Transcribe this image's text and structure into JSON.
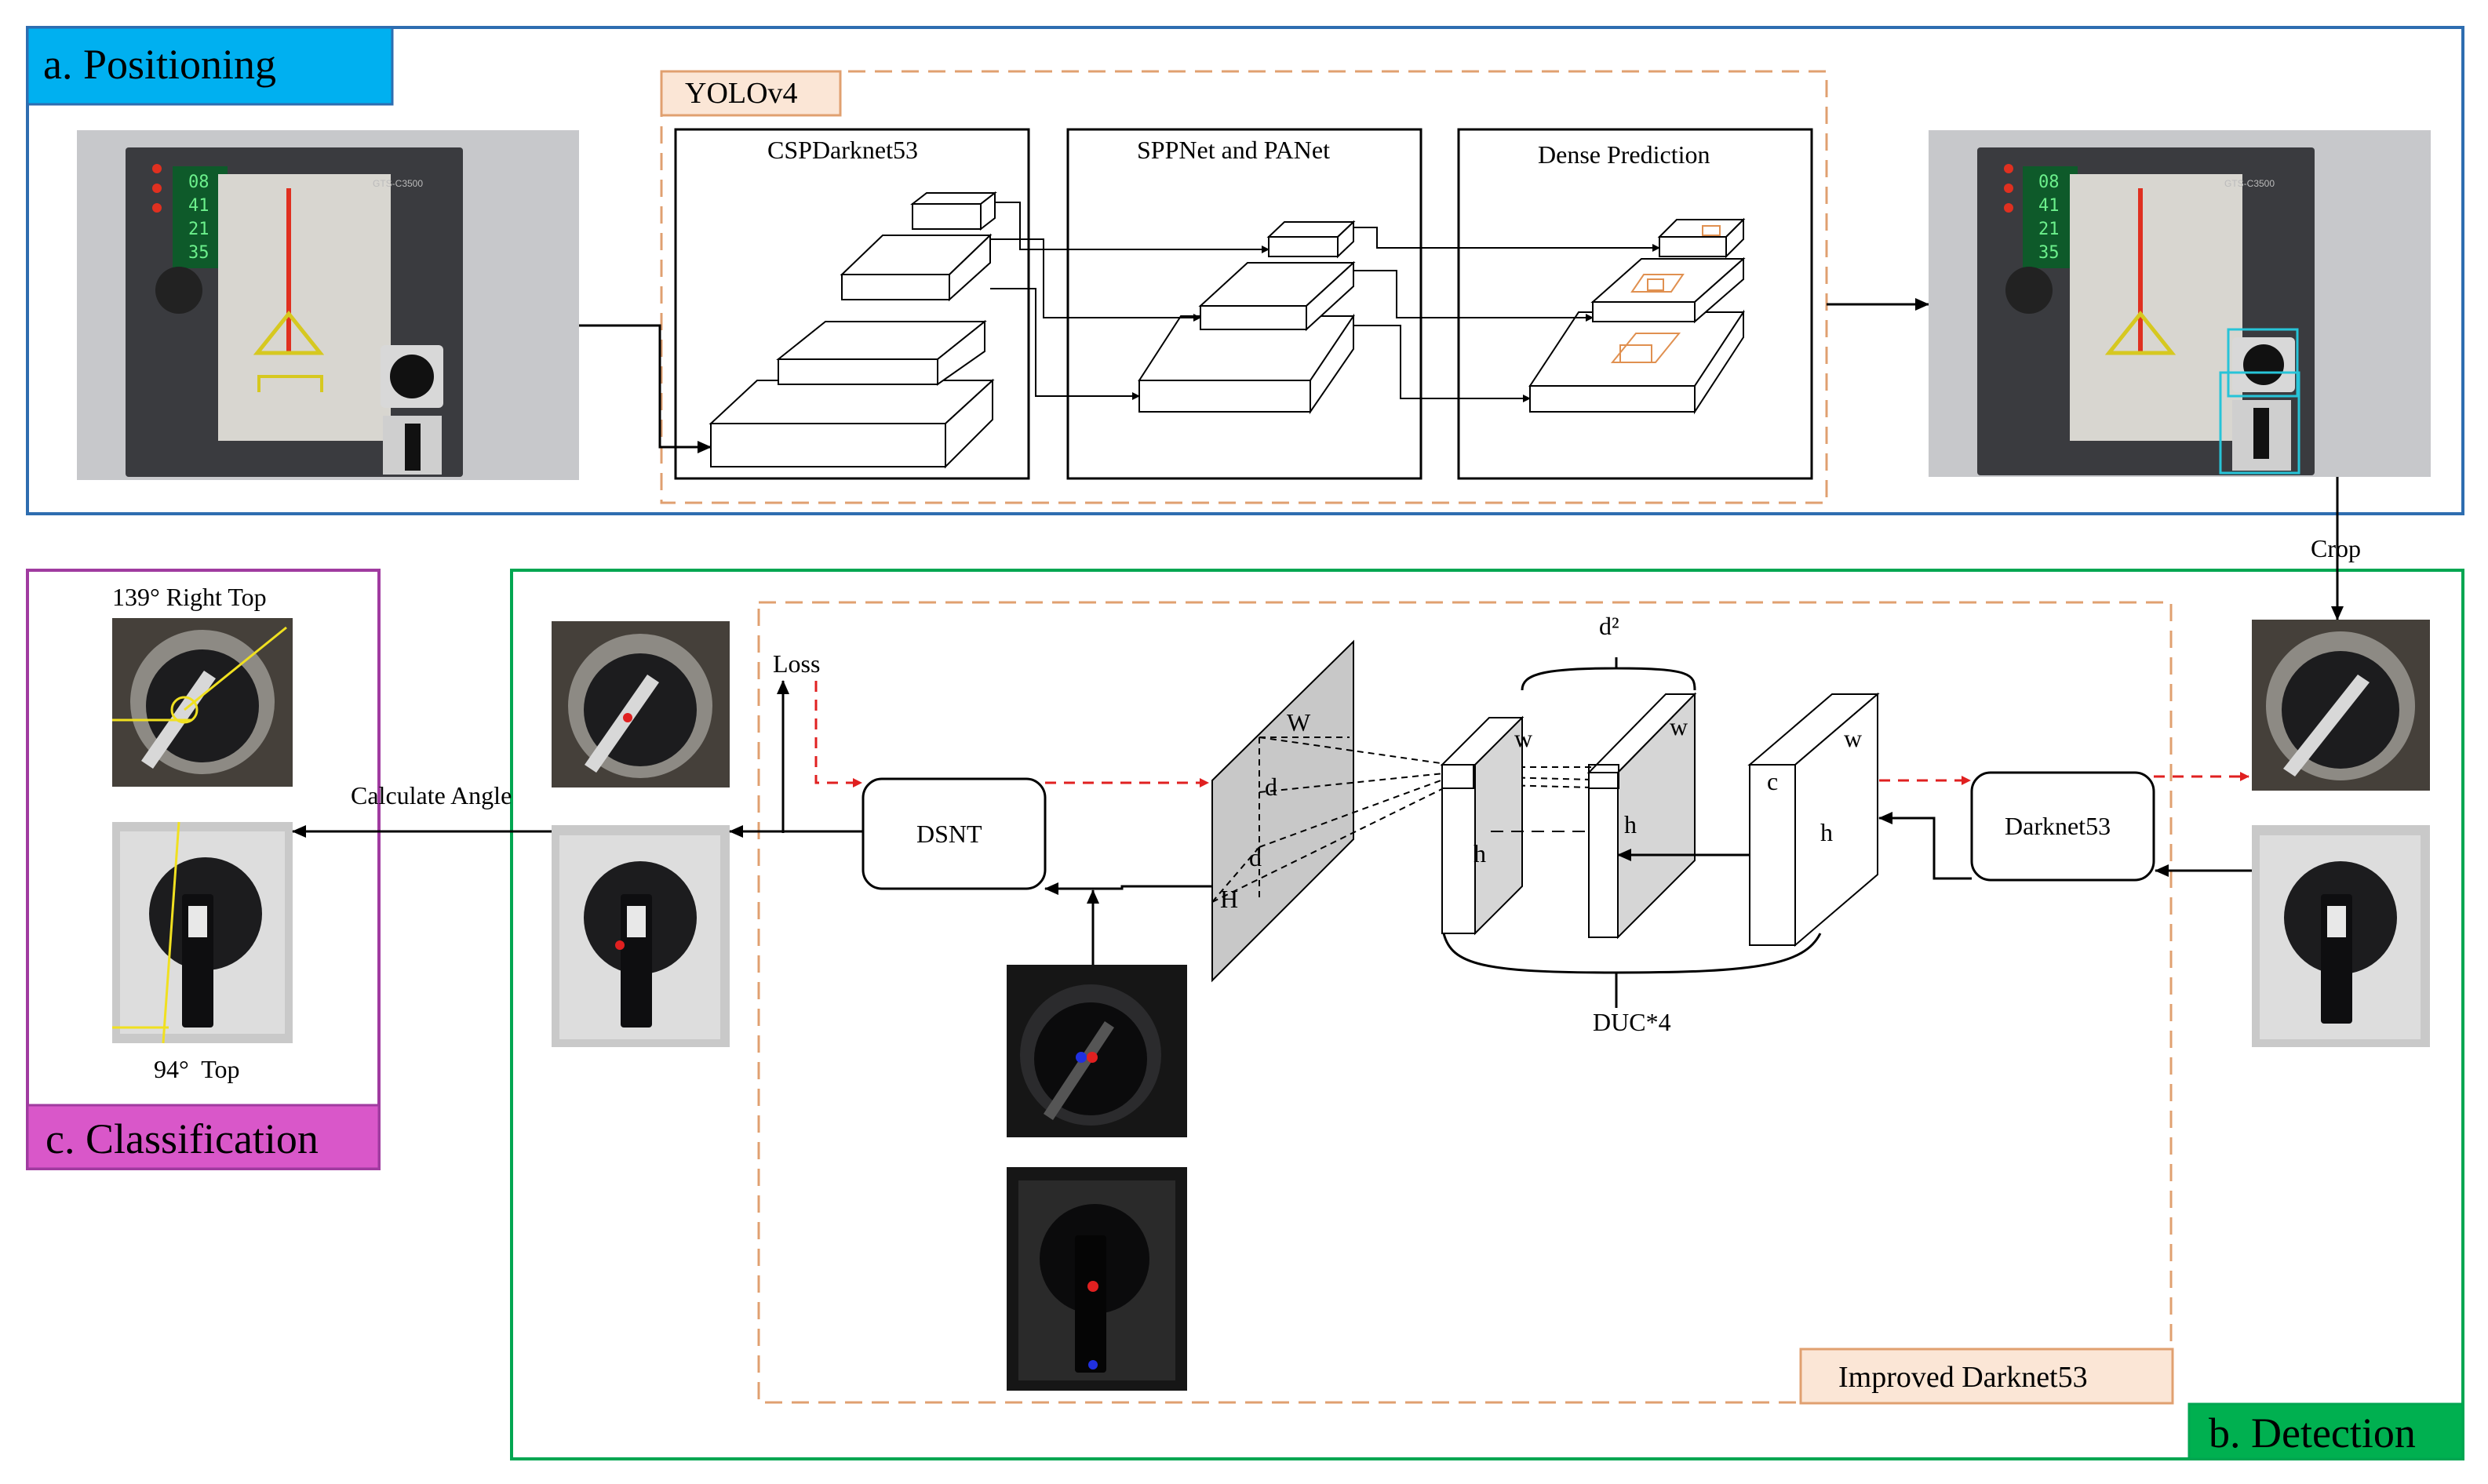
{
  "sections": {
    "positioning": {
      "title": "a. Positioning",
      "color": "#00b0f0",
      "border": "#2e6db0"
    },
    "detection": {
      "title": "b. Detection",
      "color": "#00b050",
      "border": "#00a651"
    },
    "classification": {
      "title": "c. Classification",
      "color": "#d957c9",
      "border": "#a03ba0"
    }
  },
  "yolo": {
    "title": "YOLOv4",
    "stages": [
      "CSPDarknet53",
      "SPPNet and PANet",
      "Dense Prediction"
    ],
    "accent": "#e0a070"
  },
  "improved": {
    "title": "Improved Darknet53"
  },
  "labels": {
    "crop": "Crop",
    "calculate_angle": "Calculate Angle",
    "loss": "Loss",
    "dsnt": "DSNT",
    "darknet53": "Darknet53",
    "duc": "DUC*4",
    "d_squared": "d²",
    "W": "W",
    "H": "H",
    "d": "d",
    "w": "w",
    "h": "h",
    "c": "c"
  },
  "results": {
    "top_label": "139° Right Top",
    "bottom_label": "94°  Top"
  },
  "panel_text": {
    "display_rows": [
      "08",
      "41",
      "21",
      "35"
    ],
    "model": "GTS-C3500"
  },
  "colors": {
    "red_dashed": "#e02020",
    "panel_bg": "#3a3b3f",
    "screen": "#0e5a2a",
    "yellow": "#f0e020",
    "cyan": "#27c4d8"
  }
}
